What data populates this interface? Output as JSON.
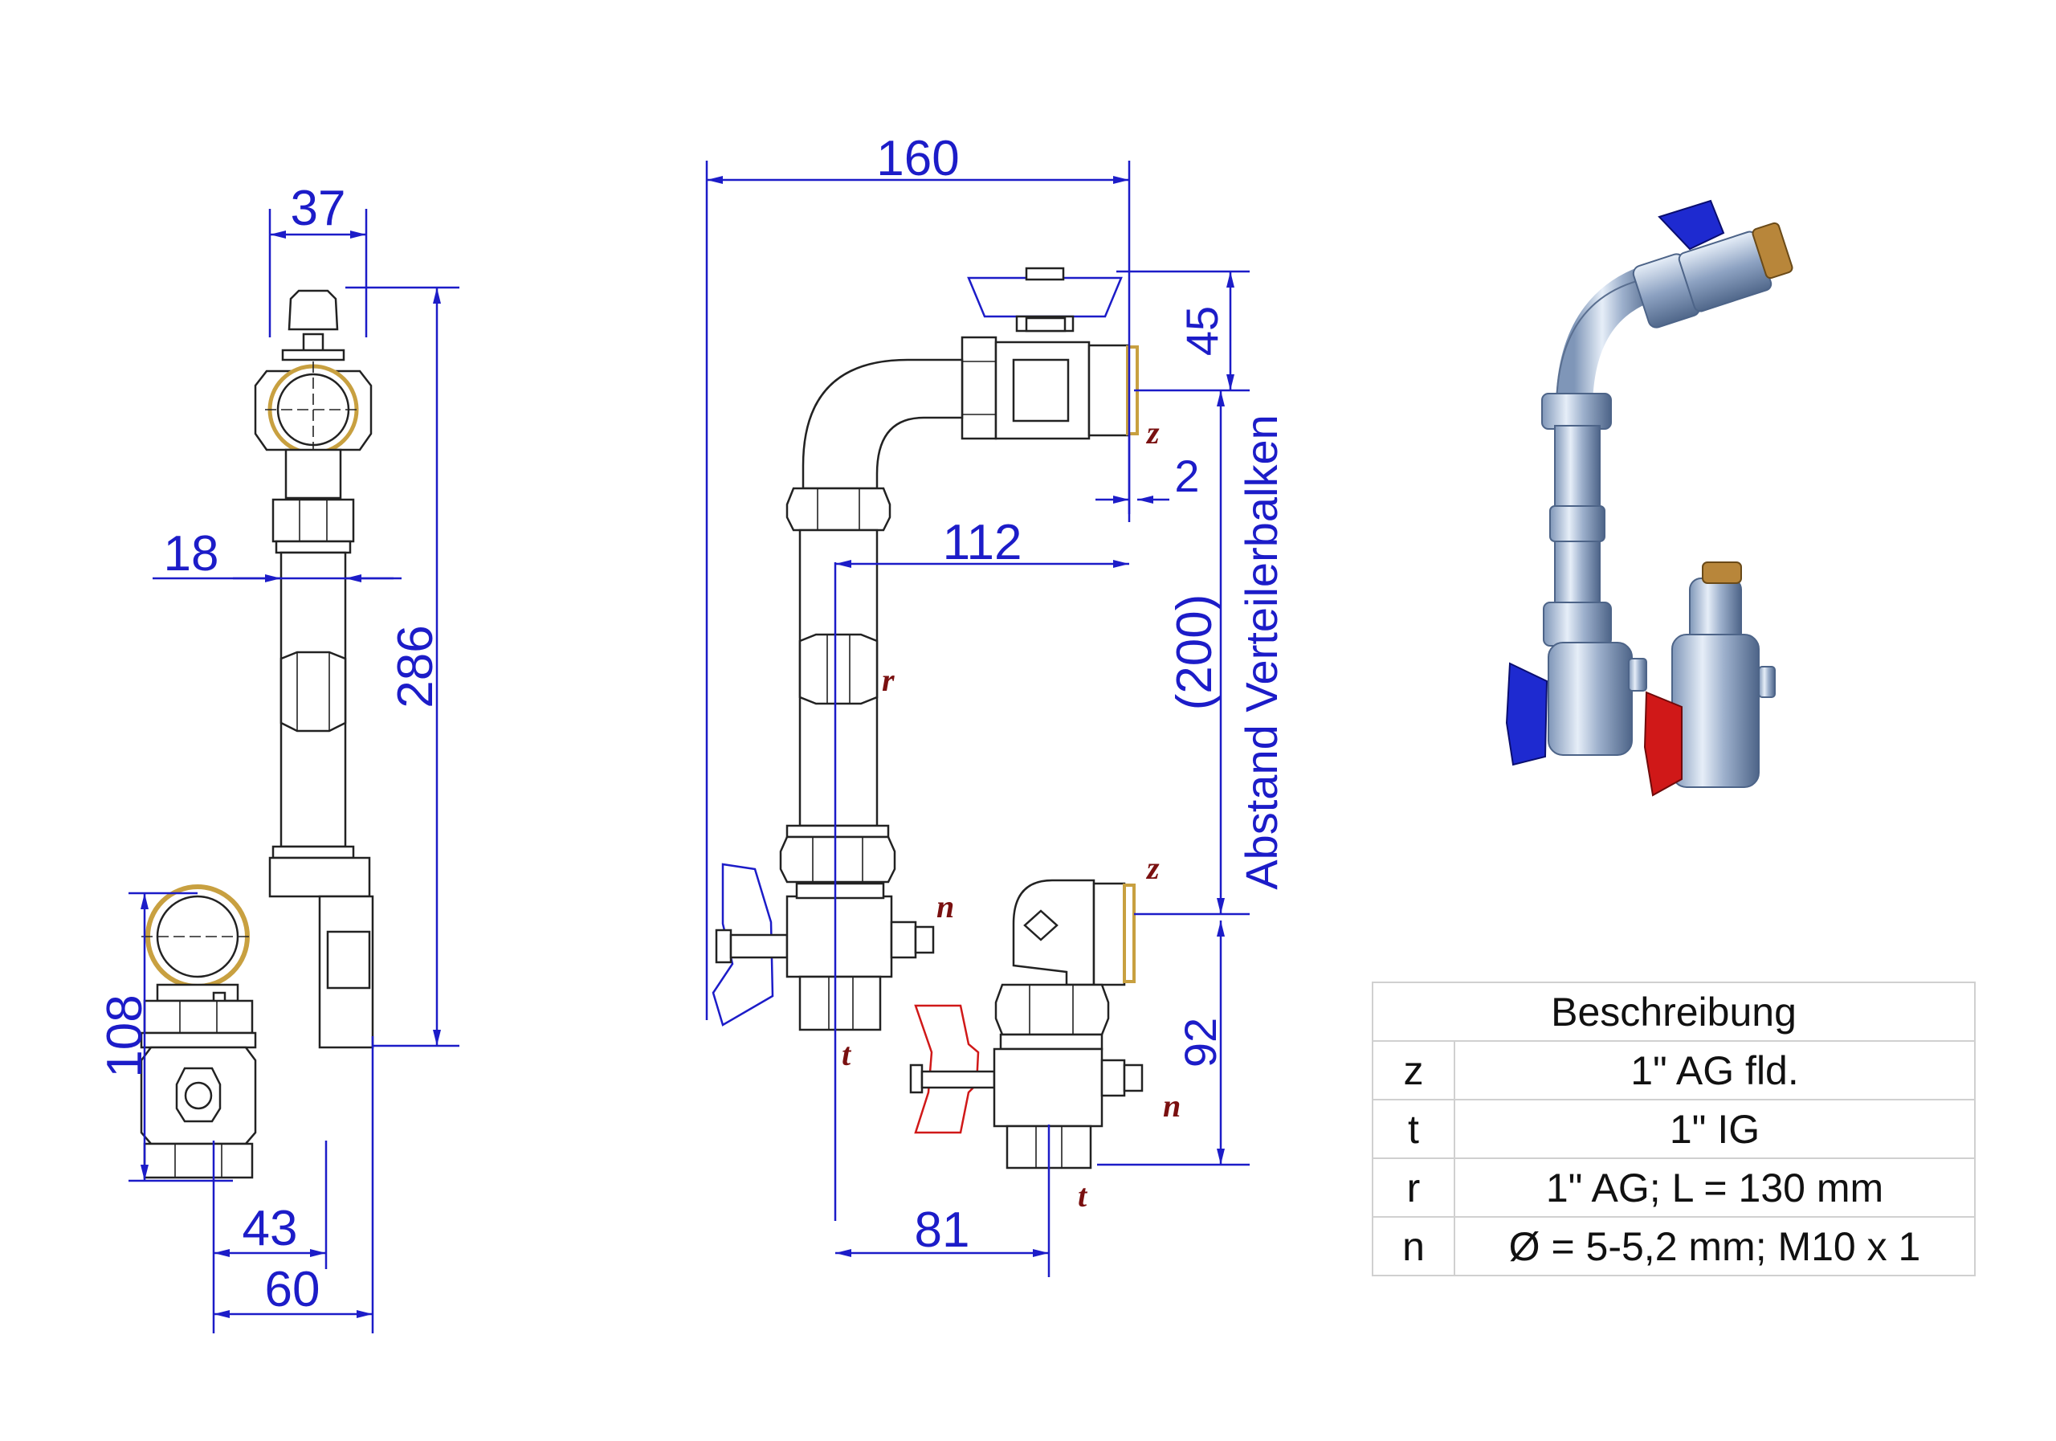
{
  "dimensions": {
    "left_view": {
      "width_top": "37",
      "pipe_od": "18",
      "height_total": "286",
      "height_lower": "108",
      "width_bottom_inner": "43",
      "width_bottom": "60"
    },
    "front_view": {
      "width_total": "160",
      "height_top": "45",
      "offset_small": "2",
      "offset_horizontal": "112",
      "distance_header": "(200)",
      "distance_header_label": "Abstand Verteilerbalken",
      "height_bottom": "92",
      "spacing_bottom": "81"
    }
  },
  "labels": {
    "z_top": "z",
    "r": "r",
    "n_left": "n",
    "t_left": "t",
    "z_bottom": "z",
    "n_right": "n",
    "t_right": "t"
  },
  "legend": {
    "title": "Beschreibung",
    "rows": [
      {
        "key": "z",
        "value": "1\" AG fld."
      },
      {
        "key": "t",
        "value": "1\" IG"
      },
      {
        "key": "r",
        "value": "1\" AG; L = 130 mm"
      },
      {
        "key": "n",
        "value": "Ø = 5-5,2 mm; M10 x 1"
      }
    ]
  },
  "colors": {
    "dimension": "#1c1cc8",
    "label": "#7a1010",
    "handle_blue": "#1c1cc8",
    "handle_red": "#d01818",
    "seal": "#c8a040"
  }
}
